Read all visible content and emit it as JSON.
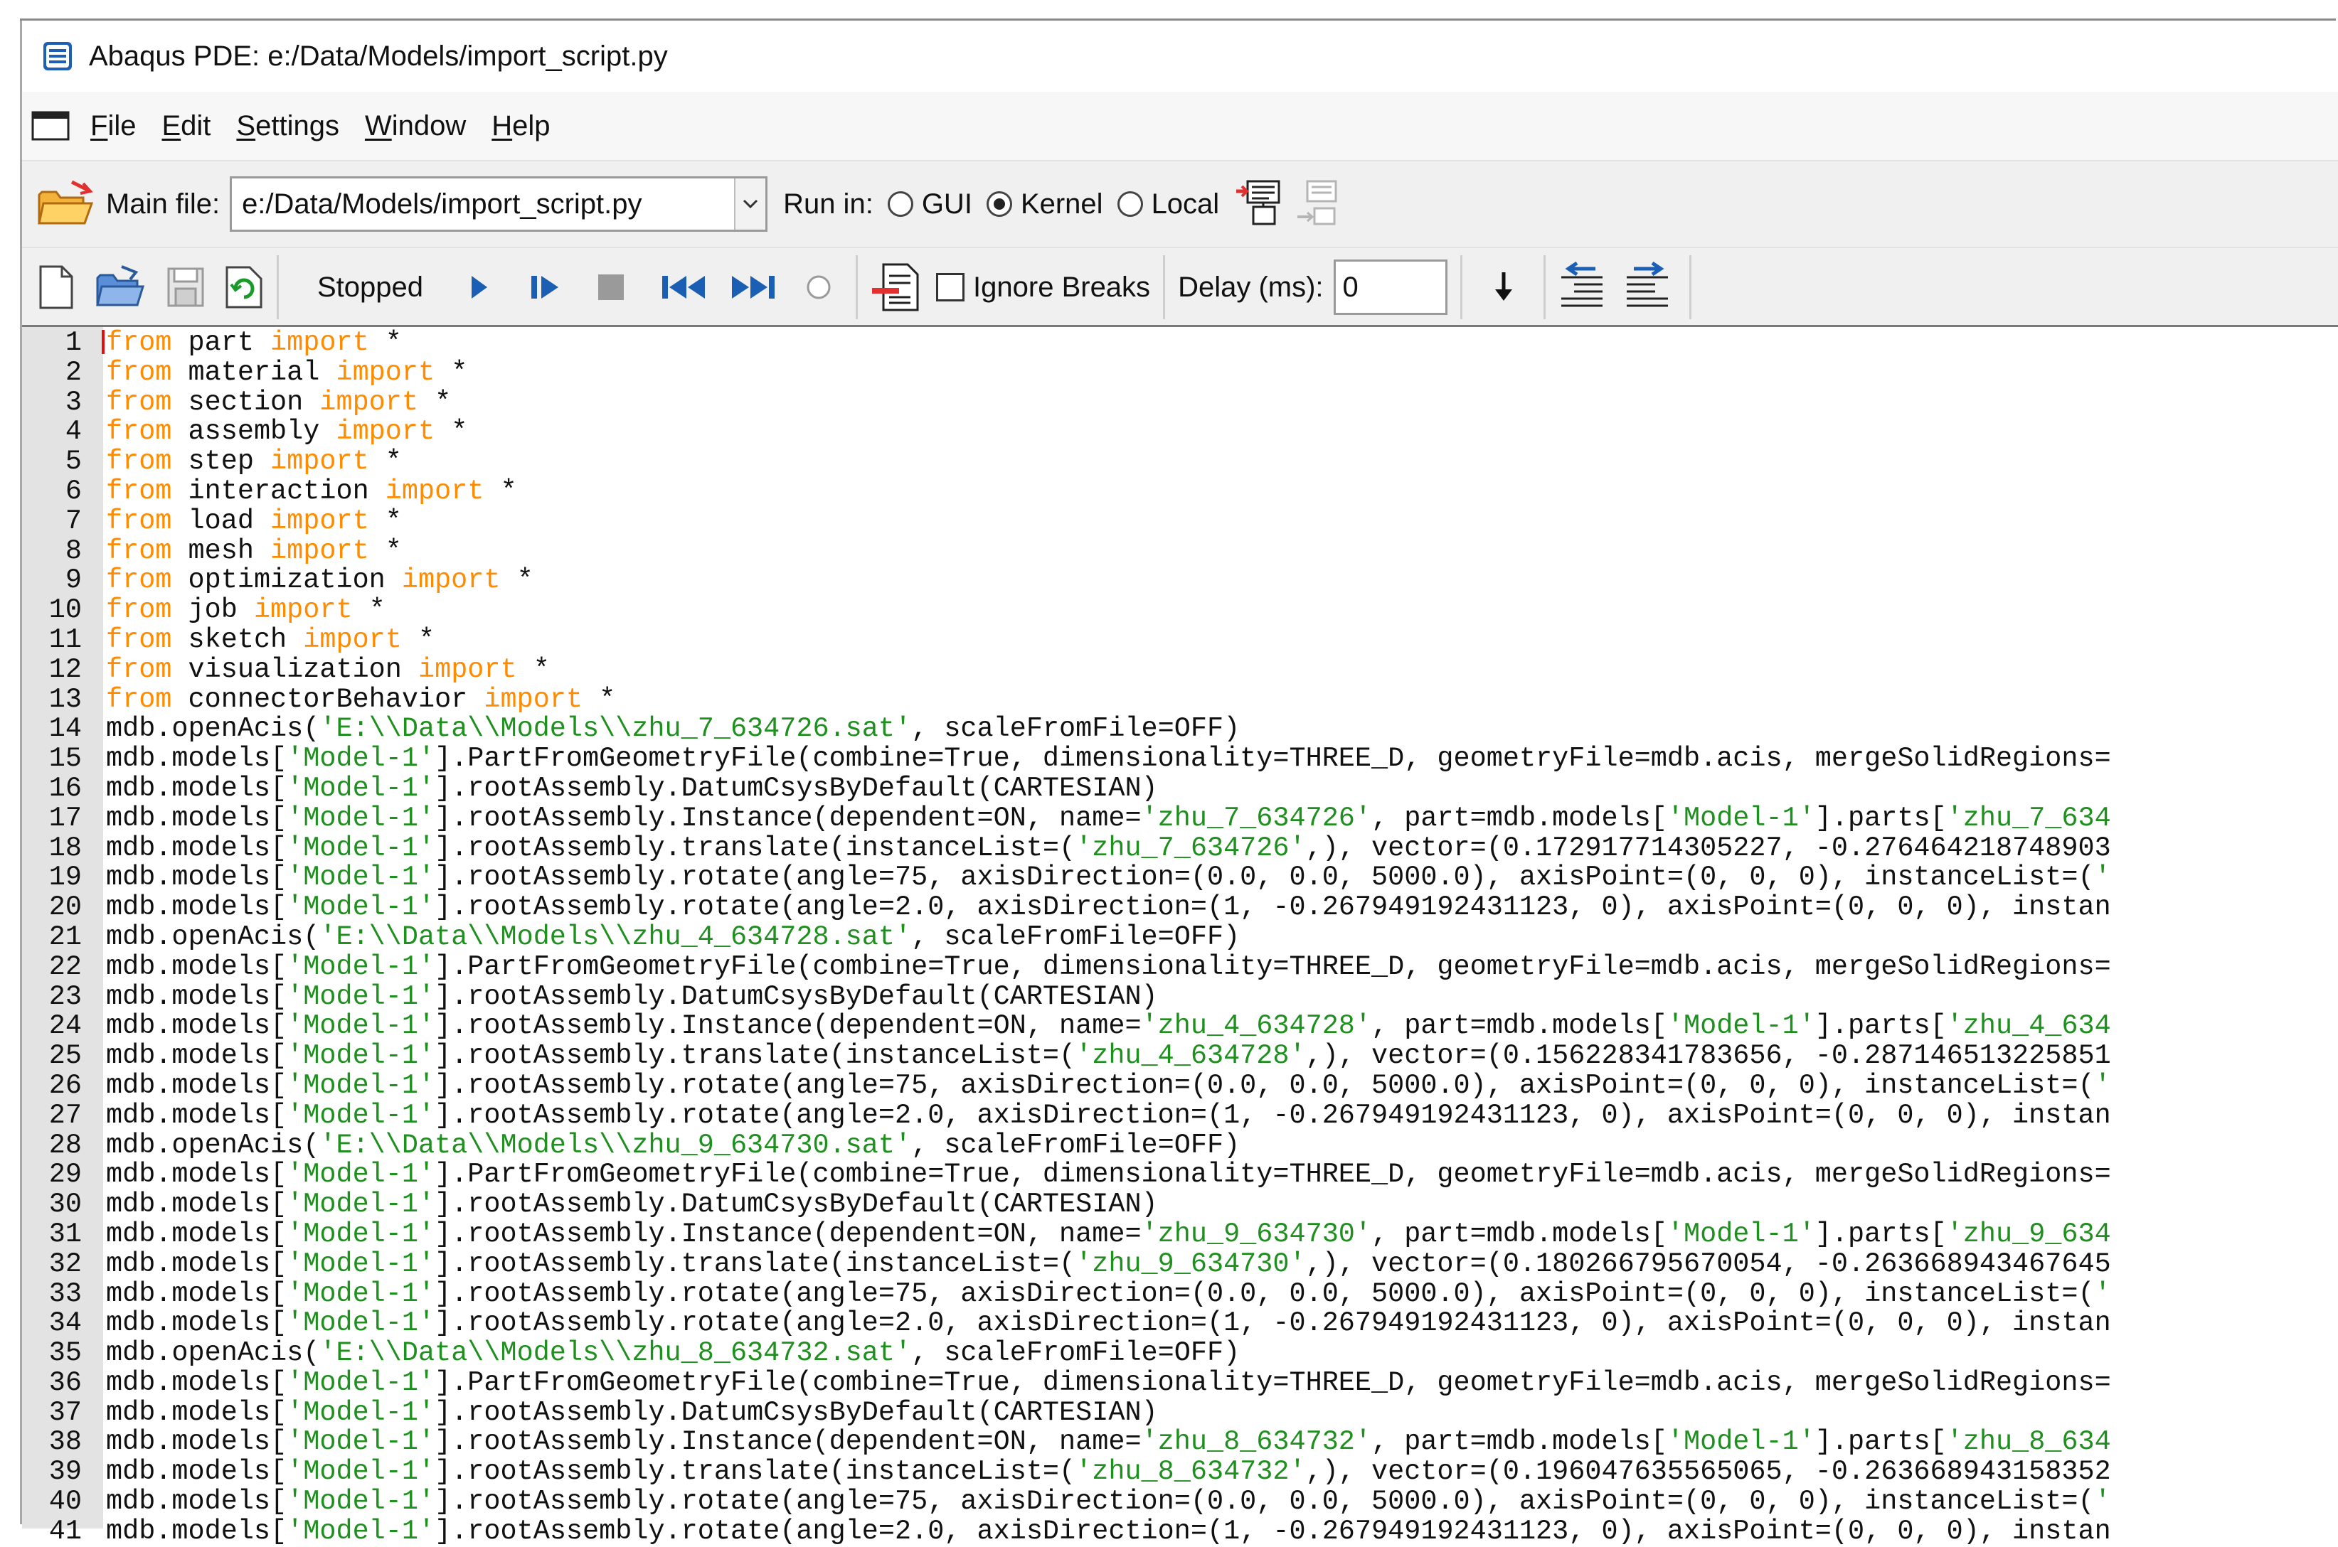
{
  "window": {
    "title": "Abaqus PDE: e:/Data/Models/import_script.py"
  },
  "menu": {
    "items": [
      {
        "underline": "F",
        "rest": "ile"
      },
      {
        "underline": "E",
        "rest": "dit"
      },
      {
        "underline": "S",
        "rest": "ettings"
      },
      {
        "underline": "W",
        "rest": "indow"
      },
      {
        "underline": "H",
        "rest": "elp"
      }
    ]
  },
  "main_file": {
    "label": "Main file:",
    "value": "e:/Data/Models/import_script.py"
  },
  "run_in": {
    "label": "Run in:",
    "options": [
      "GUI",
      "Kernel",
      "Local"
    ],
    "selected": "Kernel"
  },
  "toolbar": {
    "status": "Stopped",
    "ignore_breaks_label": "Ignore Breaks",
    "ignore_breaks_checked": false,
    "delay_label": "Delay (ms):",
    "delay_value": "0"
  },
  "colors": {
    "keyword": "#ff8c00",
    "string": "#1f8f1f",
    "cursor": "#e01010"
  },
  "editor": {
    "lines": [
      [
        [
          "k",
          "from"
        ],
        [
          "t",
          " part "
        ],
        [
          "k",
          "import"
        ],
        [
          "t",
          " *"
        ]
      ],
      [
        [
          "k",
          "from"
        ],
        [
          "t",
          " material "
        ],
        [
          "k",
          "import"
        ],
        [
          "t",
          " *"
        ]
      ],
      [
        [
          "k",
          "from"
        ],
        [
          "t",
          " section "
        ],
        [
          "k",
          "import"
        ],
        [
          "t",
          " *"
        ]
      ],
      [
        [
          "k",
          "from"
        ],
        [
          "t",
          " assembly "
        ],
        [
          "k",
          "import"
        ],
        [
          "t",
          " *"
        ]
      ],
      [
        [
          "k",
          "from"
        ],
        [
          "t",
          " step "
        ],
        [
          "k",
          "import"
        ],
        [
          "t",
          " *"
        ]
      ],
      [
        [
          "k",
          "from"
        ],
        [
          "t",
          " interaction "
        ],
        [
          "k",
          "import"
        ],
        [
          "t",
          " *"
        ]
      ],
      [
        [
          "k",
          "from"
        ],
        [
          "t",
          " load "
        ],
        [
          "k",
          "import"
        ],
        [
          "t",
          " *"
        ]
      ],
      [
        [
          "k",
          "from"
        ],
        [
          "t",
          " mesh "
        ],
        [
          "k",
          "import"
        ],
        [
          "t",
          " *"
        ]
      ],
      [
        [
          "k",
          "from"
        ],
        [
          "t",
          " optimization "
        ],
        [
          "k",
          "import"
        ],
        [
          "t",
          " *"
        ]
      ],
      [
        [
          "k",
          "from"
        ],
        [
          "t",
          " job "
        ],
        [
          "k",
          "import"
        ],
        [
          "t",
          " *"
        ]
      ],
      [
        [
          "k",
          "from"
        ],
        [
          "t",
          " sketch "
        ],
        [
          "k",
          "import"
        ],
        [
          "t",
          " *"
        ]
      ],
      [
        [
          "k",
          "from"
        ],
        [
          "t",
          " visualization "
        ],
        [
          "k",
          "import"
        ],
        [
          "t",
          " *"
        ]
      ],
      [
        [
          "k",
          "from"
        ],
        [
          "t",
          " connectorBehavior "
        ],
        [
          "k",
          "import"
        ],
        [
          "t",
          " *"
        ]
      ],
      [
        [
          "t",
          "mdb.openAcis("
        ],
        [
          "s",
          "'E:\\\\Data\\\\Models\\\\zhu_7_634726.sat'"
        ],
        [
          "t",
          ", scaleFromFile=OFF)"
        ]
      ],
      [
        [
          "t",
          "mdb.models["
        ],
        [
          "s",
          "'Model-1'"
        ],
        [
          "t",
          "].PartFromGeometryFile(combine=True, dimensionality=THREE_D, geometryFile=mdb.acis, mergeSolidRegions="
        ]
      ],
      [
        [
          "t",
          "mdb.models["
        ],
        [
          "s",
          "'Model-1'"
        ],
        [
          "t",
          "].rootAssembly.DatumCsysByDefault(CARTESIAN)"
        ]
      ],
      [
        [
          "t",
          "mdb.models["
        ],
        [
          "s",
          "'Model-1'"
        ],
        [
          "t",
          "].rootAssembly.Instance(dependent=ON, name="
        ],
        [
          "s",
          "'zhu_7_634726'"
        ],
        [
          "t",
          ", part=mdb.models["
        ],
        [
          "s",
          "'Model-1'"
        ],
        [
          "t",
          "].parts["
        ],
        [
          "s",
          "'zhu_7_634"
        ]
      ],
      [
        [
          "t",
          "mdb.models["
        ],
        [
          "s",
          "'Model-1'"
        ],
        [
          "t",
          "].rootAssembly.translate(instanceList=("
        ],
        [
          "s",
          "'zhu_7_634726'"
        ],
        [
          "t",
          ",), vector=(0.172917714305227, -0.276464218748903"
        ]
      ],
      [
        [
          "t",
          "mdb.models["
        ],
        [
          "s",
          "'Model-1'"
        ],
        [
          "t",
          "].rootAssembly.rotate(angle=75, axisDirection=(0.0, 0.0, 5000.0), axisPoint=(0, 0, 0), instanceList=("
        ],
        [
          "s",
          "'"
        ]
      ],
      [
        [
          "t",
          "mdb.models["
        ],
        [
          "s",
          "'Model-1'"
        ],
        [
          "t",
          "].rootAssembly.rotate(angle=2.0, axisDirection=(1, -0.267949192431123, 0), axisPoint=(0, 0, 0), instan"
        ]
      ],
      [
        [
          "t",
          "mdb.openAcis("
        ],
        [
          "s",
          "'E:\\\\Data\\\\Models\\\\zhu_4_634728.sat'"
        ],
        [
          "t",
          ", scaleFromFile=OFF)"
        ]
      ],
      [
        [
          "t",
          "mdb.models["
        ],
        [
          "s",
          "'Model-1'"
        ],
        [
          "t",
          "].PartFromGeometryFile(combine=True, dimensionality=THREE_D, geometryFile=mdb.acis, mergeSolidRegions="
        ]
      ],
      [
        [
          "t",
          "mdb.models["
        ],
        [
          "s",
          "'Model-1'"
        ],
        [
          "t",
          "].rootAssembly.DatumCsysByDefault(CARTESIAN)"
        ]
      ],
      [
        [
          "t",
          "mdb.models["
        ],
        [
          "s",
          "'Model-1'"
        ],
        [
          "t",
          "].rootAssembly.Instance(dependent=ON, name="
        ],
        [
          "s",
          "'zhu_4_634728'"
        ],
        [
          "t",
          ", part=mdb.models["
        ],
        [
          "s",
          "'Model-1'"
        ],
        [
          "t",
          "].parts["
        ],
        [
          "s",
          "'zhu_4_634"
        ]
      ],
      [
        [
          "t",
          "mdb.models["
        ],
        [
          "s",
          "'Model-1'"
        ],
        [
          "t",
          "].rootAssembly.translate(instanceList=("
        ],
        [
          "s",
          "'zhu_4_634728'"
        ],
        [
          "t",
          ",), vector=(0.156228341783656, -0.287146513225851"
        ]
      ],
      [
        [
          "t",
          "mdb.models["
        ],
        [
          "s",
          "'Model-1'"
        ],
        [
          "t",
          "].rootAssembly.rotate(angle=75, axisDirection=(0.0, 0.0, 5000.0), axisPoint=(0, 0, 0), instanceList=("
        ],
        [
          "s",
          "'"
        ]
      ],
      [
        [
          "t",
          "mdb.models["
        ],
        [
          "s",
          "'Model-1'"
        ],
        [
          "t",
          "].rootAssembly.rotate(angle=2.0, axisDirection=(1, -0.267949192431123, 0), axisPoint=(0, 0, 0), instan"
        ]
      ],
      [
        [
          "t",
          "mdb.openAcis("
        ],
        [
          "s",
          "'E:\\\\Data\\\\Models\\\\zhu_9_634730.sat'"
        ],
        [
          "t",
          ", scaleFromFile=OFF)"
        ]
      ],
      [
        [
          "t",
          "mdb.models["
        ],
        [
          "s",
          "'Model-1'"
        ],
        [
          "t",
          "].PartFromGeometryFile(combine=True, dimensionality=THREE_D, geometryFile=mdb.acis, mergeSolidRegions="
        ]
      ],
      [
        [
          "t",
          "mdb.models["
        ],
        [
          "s",
          "'Model-1'"
        ],
        [
          "t",
          "].rootAssembly.DatumCsysByDefault(CARTESIAN)"
        ]
      ],
      [
        [
          "t",
          "mdb.models["
        ],
        [
          "s",
          "'Model-1'"
        ],
        [
          "t",
          "].rootAssembly.Instance(dependent=ON, name="
        ],
        [
          "s",
          "'zhu_9_634730'"
        ],
        [
          "t",
          ", part=mdb.models["
        ],
        [
          "s",
          "'Model-1'"
        ],
        [
          "t",
          "].parts["
        ],
        [
          "s",
          "'zhu_9_634"
        ]
      ],
      [
        [
          "t",
          "mdb.models["
        ],
        [
          "s",
          "'Model-1'"
        ],
        [
          "t",
          "].rootAssembly.translate(instanceList=("
        ],
        [
          "s",
          "'zhu_9_634730'"
        ],
        [
          "t",
          ",), vector=(0.180266795670054, -0.263668943467645"
        ]
      ],
      [
        [
          "t",
          "mdb.models["
        ],
        [
          "s",
          "'Model-1'"
        ],
        [
          "t",
          "].rootAssembly.rotate(angle=75, axisDirection=(0.0, 0.0, 5000.0), axisPoint=(0, 0, 0), instanceList=("
        ],
        [
          "s",
          "'"
        ]
      ],
      [
        [
          "t",
          "mdb.models["
        ],
        [
          "s",
          "'Model-1'"
        ],
        [
          "t",
          "].rootAssembly.rotate(angle=2.0, axisDirection=(1, -0.267949192431123, 0), axisPoint=(0, 0, 0), instan"
        ]
      ],
      [
        [
          "t",
          "mdb.openAcis("
        ],
        [
          "s",
          "'E:\\\\Data\\\\Models\\\\zhu_8_634732.sat'"
        ],
        [
          "t",
          ", scaleFromFile=OFF)"
        ]
      ],
      [
        [
          "t",
          "mdb.models["
        ],
        [
          "s",
          "'Model-1'"
        ],
        [
          "t",
          "].PartFromGeometryFile(combine=True, dimensionality=THREE_D, geometryFile=mdb.acis, mergeSolidRegions="
        ]
      ],
      [
        [
          "t",
          "mdb.models["
        ],
        [
          "s",
          "'Model-1'"
        ],
        [
          "t",
          "].rootAssembly.DatumCsysByDefault(CARTESIAN)"
        ]
      ],
      [
        [
          "t",
          "mdb.models["
        ],
        [
          "s",
          "'Model-1'"
        ],
        [
          "t",
          "].rootAssembly.Instance(dependent=ON, name="
        ],
        [
          "s",
          "'zhu_8_634732'"
        ],
        [
          "t",
          ", part=mdb.models["
        ],
        [
          "s",
          "'Model-1'"
        ],
        [
          "t",
          "].parts["
        ],
        [
          "s",
          "'zhu_8_634"
        ]
      ],
      [
        [
          "t",
          "mdb.models["
        ],
        [
          "s",
          "'Model-1'"
        ],
        [
          "t",
          "].rootAssembly.translate(instanceList=("
        ],
        [
          "s",
          "'zhu_8_634732'"
        ],
        [
          "t",
          ",), vector=(0.196047635565065, -0.263668943158352"
        ]
      ],
      [
        [
          "t",
          "mdb.models["
        ],
        [
          "s",
          "'Model-1'"
        ],
        [
          "t",
          "].rootAssembly.rotate(angle=75, axisDirection=(0.0, 0.0, 5000.0), axisPoint=(0, 0, 0), instanceList=("
        ],
        [
          "s",
          "'"
        ]
      ],
      [
        [
          "t",
          "mdb.models["
        ],
        [
          "s",
          "'Model-1'"
        ],
        [
          "t",
          "].rootAssembly.rotate(angle=2.0, axisDirection=(1, -0.267949192431123, 0), axisPoint=(0, 0, 0), instan"
        ]
      ]
    ]
  }
}
